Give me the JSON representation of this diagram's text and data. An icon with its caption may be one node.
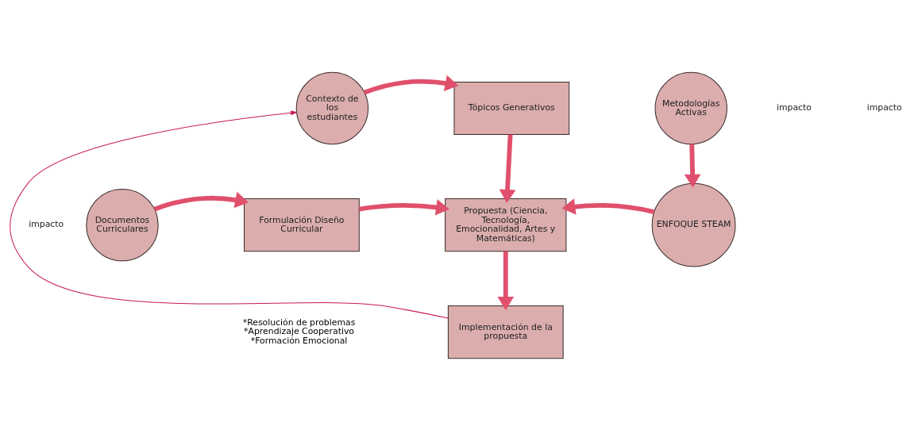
{
  "diagram": {
    "nodes": [
      {
        "text": [
          "Contexto de los estudiantes"
        ]
      },
      {
        "text": [
          "Tópicos Generativos"
        ]
      },
      {
        "text": [
          "Metodologías Activas"
        ]
      },
      {
        "text": [
          "Documentos Curriculares"
        ]
      },
      {
        "text": [
          "Formulación Diseño Curricular"
        ]
      },
      {
        "text": [
          "Propuesta (Ciencia, Tecnología, Emocionalidad, Artes y Matemáticas)"
        ]
      },
      {
        "text": [
          "ENFOQUE STEAM"
        ]
      },
      {
        "text": [
          "Implementación de la propuesta"
        ],
        "beside": [
          "*Resolución de problemas",
          "*Aprendizaje Cooperativo",
          "*Formación Emocional"
        ]
      }
    ],
    "edges": [
      {
        "from": 0,
        "to": 1,
        "arrow": "to"
      },
      {
        "from": 1,
        "to": 5,
        "arrow": "to"
      },
      {
        "from": 2,
        "to": 6,
        "arrow": "to"
      },
      {
        "from": 3,
        "to": 4,
        "arrow": "to"
      },
      {
        "from": 4,
        "to": 5,
        "arrow": "to"
      },
      {
        "from": 6,
        "to": 5,
        "arrow": "to"
      },
      {
        "from": 5,
        "to": 7,
        "arrow": "to"
      },
      {
        "from": 7,
        "to": 0,
        "arrow": "to",
        "label": "impacto",
        "color": "#c8185a"
      }
    ],
    "labels": [
      "impacto",
      "impacto"
    ]
  }
}
